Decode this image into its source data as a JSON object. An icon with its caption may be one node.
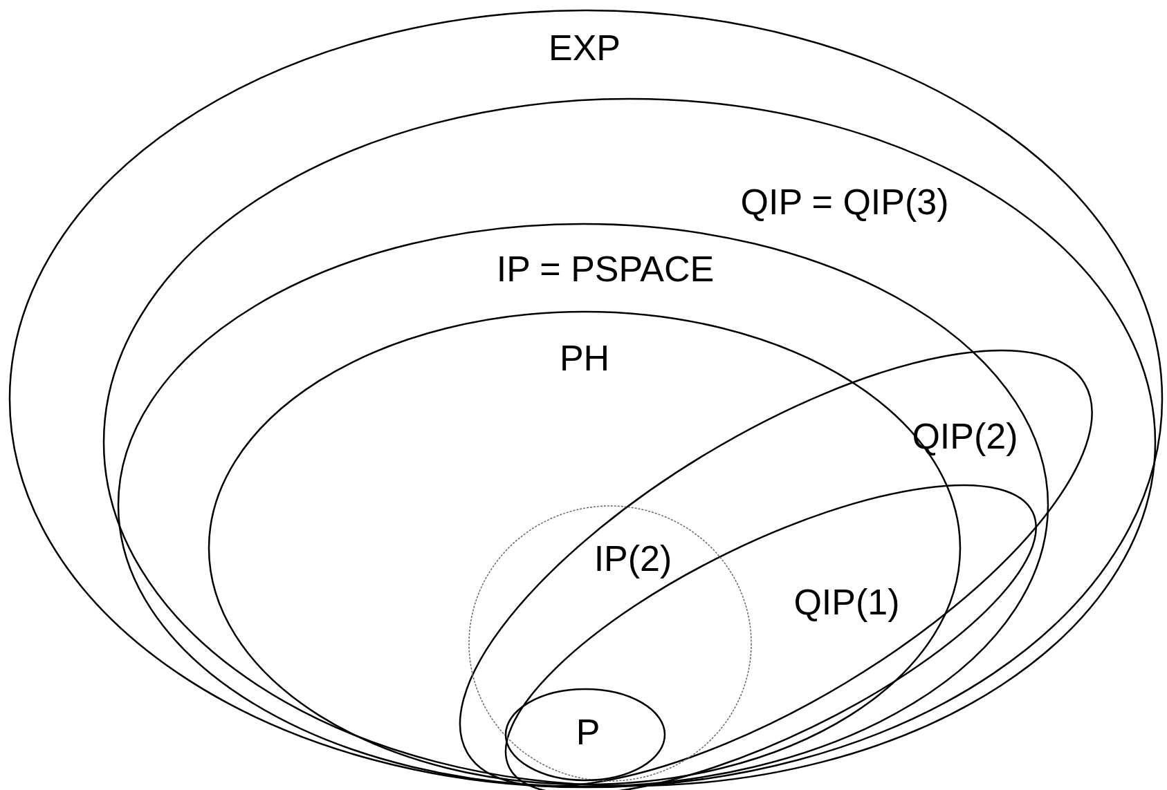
{
  "diagram": {
    "nodes": [
      {
        "text": [
          "EXP"
        ]
      },
      {
        "text": [
          "QIP = QIP(3)"
        ],
        "in": 0
      },
      {
        "text": [
          "IP = PSPACE"
        ],
        "in": 1
      },
      {
        "text": [
          "PH"
        ],
        "in": 2
      },
      {
        "text": [
          "QIP(2)"
        ],
        "in": 1
      },
      {
        "text": [
          "IP(2)"
        ]
      },
      {
        "text": [
          "QIP(1)"
        ],
        "in": 4
      },
      {
        "text": [
          "P"
        ],
        "in": 5
      }
    ]
  }
}
